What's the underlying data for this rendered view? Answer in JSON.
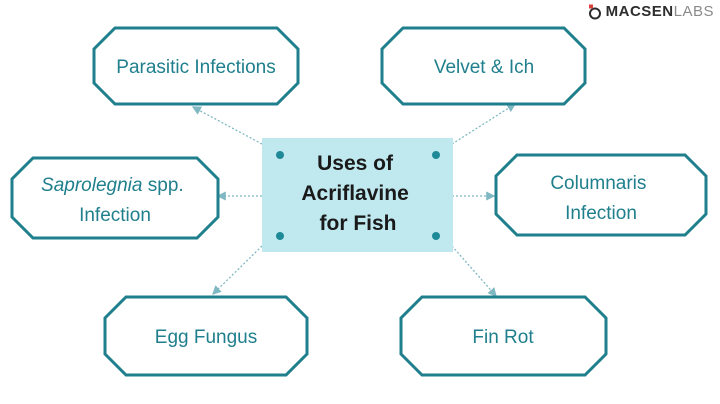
{
  "center": {
    "lines": [
      "Uses of",
      "Acriflavine",
      "for Fish"
    ]
  },
  "nodes": [
    {
      "id": "parasitic",
      "lines": [
        "Parasitic Infections"
      ]
    },
    {
      "id": "velvet",
      "lines": [
        "Velvet & Ich"
      ]
    },
    {
      "id": "saprolegnia",
      "lines_rich": [
        [
          "Saprolegnia",
          " spp."
        ],
        [
          "Infection"
        ]
      ]
    },
    {
      "id": "columnaris",
      "lines": [
        "Columnaris",
        "Infection"
      ]
    },
    {
      "id": "egg-fungus",
      "lines": [
        "Egg Fungus"
      ]
    },
    {
      "id": "fin-rot",
      "lines": [
        "Fin Rot"
      ]
    }
  ],
  "logo": {
    "bold": "MACSEN",
    "light": "LABS"
  },
  "colors": {
    "teal": "#1f7f8c",
    "center_fill": "#bfe8ef",
    "dot": "#1f8a97",
    "connector": "#7fb8c2"
  }
}
